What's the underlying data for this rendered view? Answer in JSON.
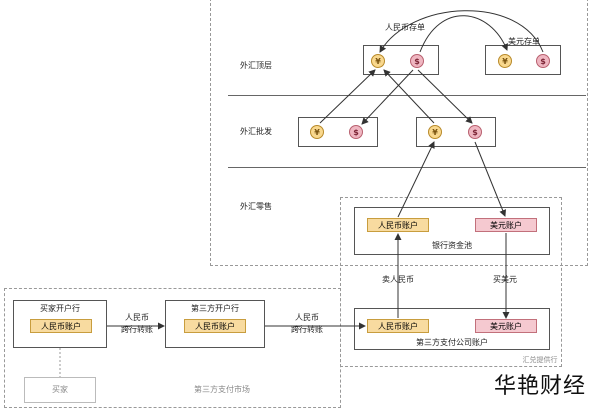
{
  "layers": {
    "top": "外汇顶层",
    "wholesale": "外汇批发",
    "retail": "外汇零售"
  },
  "deposits": {
    "cny": "人民币存单",
    "usd": "美元存单"
  },
  "coins": {
    "cny": "¥",
    "usd": "$"
  },
  "bank_pool": {
    "title": "银行资金池",
    "cny_account": "人民币账户",
    "usd_account": "美元账户"
  },
  "flows": {
    "sell_cny": "卖人民币",
    "buy_usd": "买美元",
    "cross_line1": "人民币",
    "cross_line2": "跨行转账"
  },
  "buyer_bank": {
    "title": "买家开户行",
    "account": "人民币账户"
  },
  "third_bank": {
    "title": "第三方开户行",
    "account": "人民币账户"
  },
  "tpp_account": {
    "title": "第三方支付公司账户",
    "cny_account": "人民币账户",
    "usd_account": "美元账户"
  },
  "bottom": {
    "buyer": "买家",
    "market": "第三方支付市场",
    "fx_provider": "汇兑提供行"
  },
  "watermark": "华艳财经"
}
